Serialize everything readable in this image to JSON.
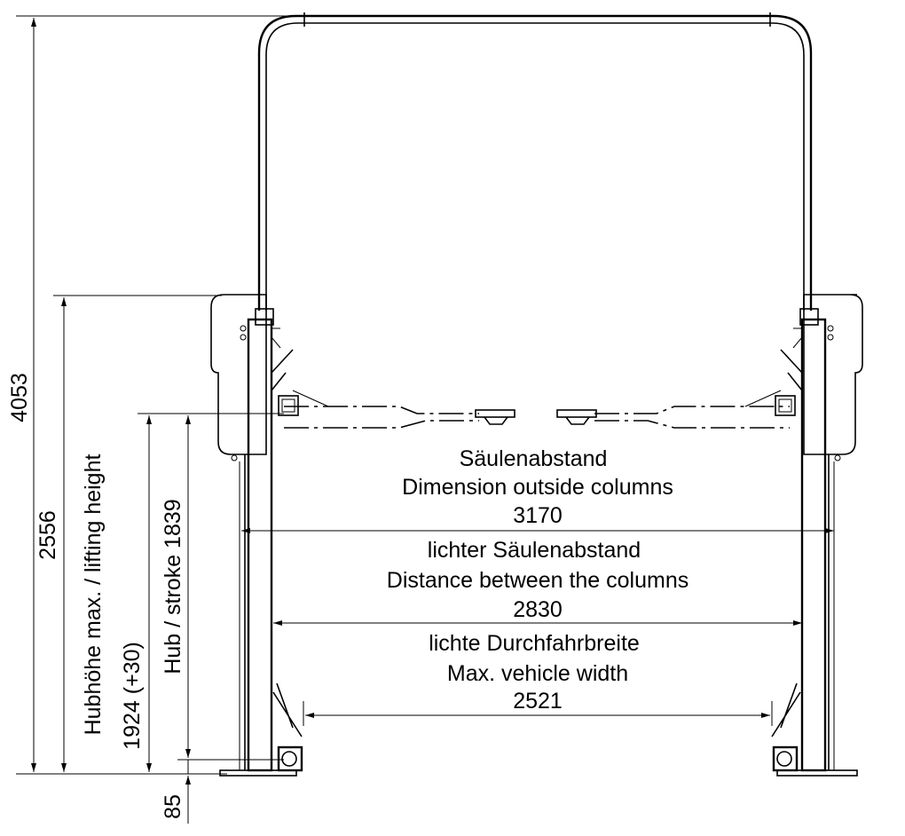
{
  "dimensions": {
    "total_height": "4053",
    "lifting_height_value": "2556",
    "lifting_height_label": "Hubhöhe max. / lifting height",
    "lifting_height_min": "1924 (+30)",
    "stroke_label": "Hub / stroke 1839",
    "ground_clearance": "85"
  },
  "widths": {
    "outside": {
      "line1": "Säulenabstand",
      "line2": "Dimension outside columns",
      "value": "3170"
    },
    "between": {
      "line1": "lichter Säulenabstand",
      "line2": "Distance between the columns",
      "value": "2830"
    },
    "vehicle": {
      "line1": "lichte Durchfahrbreite",
      "line2": "Max. vehicle width",
      "value": "2521"
    }
  }
}
